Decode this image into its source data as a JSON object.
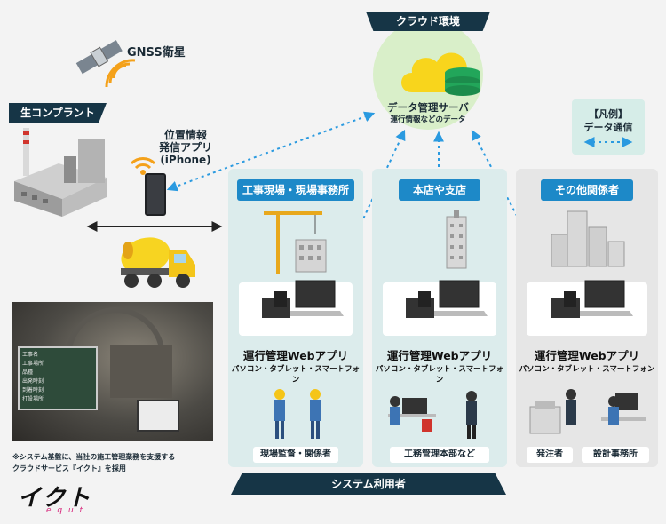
{
  "cloud": {
    "tag": "クラウド環境",
    "server_title": "データ管理サーバ",
    "server_sub": "運行情報などのデータ"
  },
  "gnss": {
    "label": "GNSS衛星"
  },
  "plant": {
    "tag": "生コンプラント"
  },
  "iphone": {
    "line1": "位置情報",
    "line2": "発信アプリ",
    "line3": "(iPhone)"
  },
  "legend": {
    "title": "【凡例】",
    "item": "データ通信"
  },
  "panels": [
    {
      "head": "工事現場・現場事務所",
      "app": "運行管理Webアプリ",
      "devices": "パソコン・タブレット・スマートフォン",
      "roles": [
        "現場監督・関係者"
      ]
    },
    {
      "head": "本店や支店",
      "app": "運行管理Webアプリ",
      "devices": "パソコン・タブレット・スマートフォン",
      "roles": [
        "工務管理本部など"
      ]
    },
    {
      "head": "その他関係者",
      "app": "運行管理Webアプリ",
      "devices": "パソコン・タブレット・スマートフォン",
      "roles": [
        "発注者",
        "設計事務所"
      ]
    }
  ],
  "users_tag": "システム利用者",
  "photo": {
    "board_lines": [
      "工事名",
      "工事場所",
      "品種",
      "出発時刻",
      "到着時刻",
      "打設場所"
    ]
  },
  "footnote": {
    "line1": "※システム基盤に、当社の施工管理業務を支援する",
    "line2": "クラウドサービス『イクト』を採用"
  },
  "logo": {
    "main": "イクト",
    "sub": "e q u t"
  },
  "colors": {
    "navy": "#163546",
    "blue": "#1d89c8",
    "panel": "#dcecec",
    "cloud_bg": "#d9efc9",
    "yellow": "#f8d51c",
    "green": "#22a65a",
    "arrow": "#2a9ae0"
  }
}
